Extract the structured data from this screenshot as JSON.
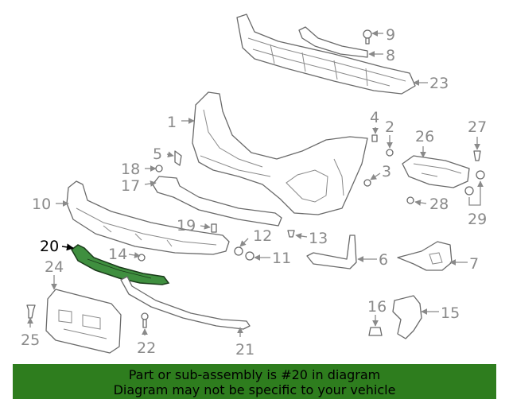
{
  "highlight_color": "#2e7d1e",
  "part_color": "#3f8f3f",
  "callouts": {
    "c1": "1",
    "c2": "2",
    "c3": "3",
    "c4": "4",
    "c5": "5",
    "c6": "6",
    "c7": "7",
    "c8": "8",
    "c9": "9",
    "c10": "10",
    "c11": "11",
    "c12": "12",
    "c13": "13",
    "c14": "14",
    "c15": "15",
    "c16": "16",
    "c17": "17",
    "c18": "18",
    "c19": "19",
    "c20": "20",
    "c21": "21",
    "c22": "22",
    "c23": "23",
    "c24": "24",
    "c25": "25",
    "c26": "26",
    "c27": "27",
    "c28": "28",
    "c29": "29"
  },
  "footer": {
    "line1": "Part or sub-assembly is #20 in diagram",
    "line2": "Diagram may not be specific to your vehicle"
  }
}
